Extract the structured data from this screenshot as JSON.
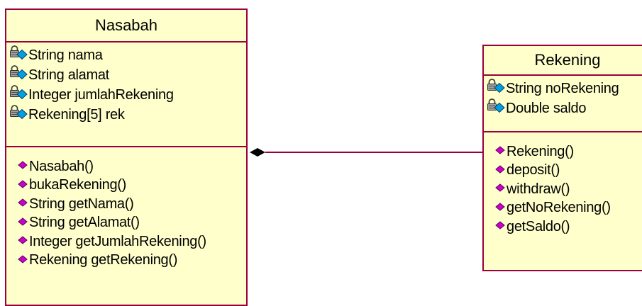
{
  "classes": [
    {
      "id": "nasabah",
      "name": "Nasabah",
      "attributes": [
        "String nama",
        "String alamat",
        "Integer jumlahRekening",
        "Rekening[5] rek"
      ],
      "operations": [
        "Nasabah()",
        "bukaRekening()",
        "String getNama()",
        "String getAlamat()",
        "Integer getJumlahRekening()",
        "Rekening getRekening()"
      ]
    },
    {
      "id": "rekening",
      "name": "Rekening",
      "attributes": [
        "String noRekening",
        "Double saldo"
      ],
      "operations": [
        "Rekening()",
        "deposit()",
        "withdraw()",
        "getNoRekening()",
        "getSaldo()"
      ]
    }
  ],
  "relationship": {
    "type": "composition",
    "from": "Nasabah",
    "to": "Rekening"
  },
  "colors": {
    "class_fill": "#ffffcc",
    "border": "#99003c",
    "attr_icon": "#00a0e0",
    "op_icon": "#cc00cc"
  },
  "icons": {
    "attribute": "private-attribute-lock-icon",
    "operation": "public-operation-diamond-icon"
  }
}
